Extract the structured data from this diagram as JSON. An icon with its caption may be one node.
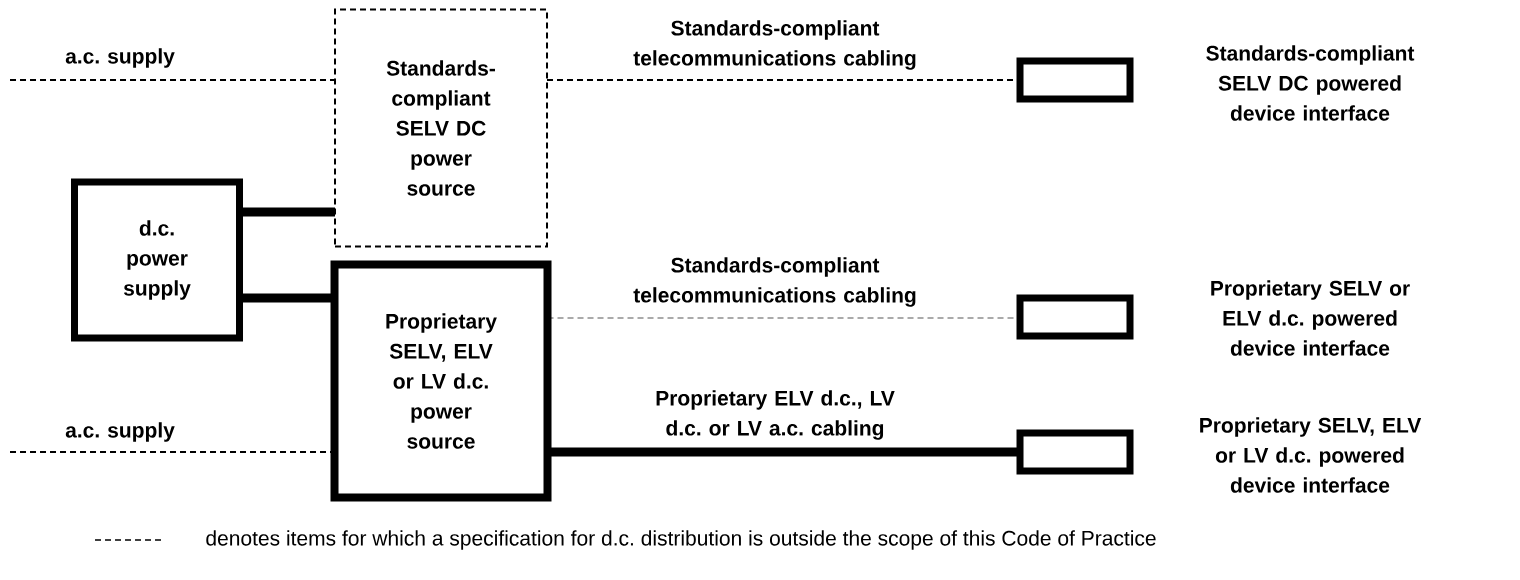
{
  "diagram": {
    "nodes": [
      {
        "text": [
          "d.c. power supply"
        ]
      },
      {
        "text": [
          "Standards-compliant SELV DC power source"
        ]
      },
      {
        "text": [
          "Proprietary SELV, ELV or LV d.c. power source"
        ]
      },
      {
        "text": [],
        "shape": "box",
        "beside": [
          "Standards-compliant SELV DC powered device interface"
        ]
      },
      {
        "text": [],
        "shape": "box",
        "beside": [
          "Proprietary SELV or ELV d.c. powered device interface"
        ]
      },
      {
        "text": [],
        "shape": "box",
        "beside": [
          "Proprietary SELV, ELV or LV d.c. powered device interface"
        ]
      }
    ],
    "edges": [
      {
        "from": null,
        "to": 1,
        "arrow": "none",
        "style": "dashed",
        "label": "a.c. supply"
      },
      {
        "from": 1,
        "to": 3,
        "arrow": "none",
        "style": "dashed",
        "label": "Standards-compliant telecommunications cabling"
      },
      {
        "from": 0,
        "to": 1,
        "arrow": "none",
        "style": "thick"
      },
      {
        "from": 0,
        "to": 2,
        "arrow": "none",
        "style": "thick"
      },
      {
        "from": 2,
        "to": 4,
        "arrow": "none",
        "style": "dashed",
        "color": "#aaaaaa",
        "label": "Standards-compliant telecommunications cabling"
      },
      {
        "from": null,
        "to": 2,
        "arrow": "none",
        "style": "dashed",
        "label": "a.c. supply"
      },
      {
        "from": 2,
        "to": 5,
        "arrow": "none",
        "style": "thick",
        "label": "Proprietary ELV d.c., LV d.c. or LV a.c. cabling"
      }
    ],
    "legend": [
      {
        "text": "denotes items for which a specification for d.c. distribution is outside the scope of this Code of Practice"
      }
    ]
  }
}
